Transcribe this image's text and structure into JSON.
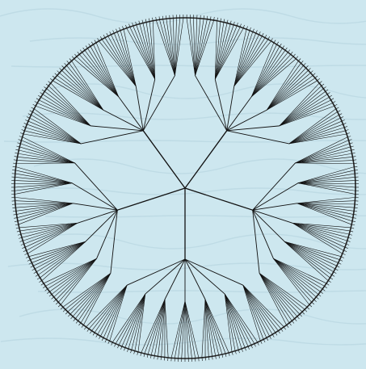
{
  "diagram": {
    "kind": "radial-tree",
    "root_branches": 5,
    "children_per_hub": 7,
    "leaves_per_child": 9,
    "colors": {
      "background": "#cde7ef",
      "background_texture": "#b3d2dc",
      "stroke": "#111111",
      "circle_stroke": "#222222"
    }
  }
}
